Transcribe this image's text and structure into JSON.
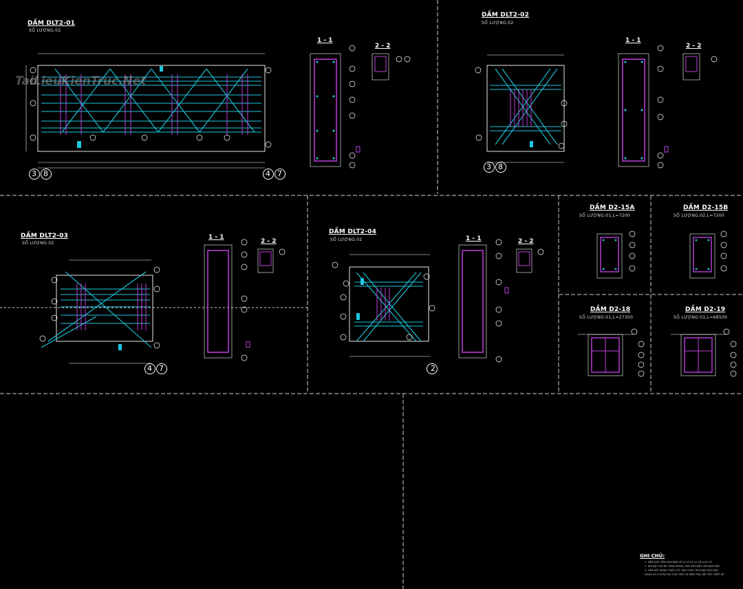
{
  "colors": {
    "background": "#000000",
    "frame": "#e8e8e8",
    "bar_cyan": "#1ec8e0",
    "stirrup_magenta": "#c040e0",
    "dim_white": "#ffffff",
    "sep_dash": "#cccccc"
  },
  "beams": [
    {
      "id": "dlt2-01",
      "title": "DẦM DLT2-01",
      "sub": "SỐ LƯỢNG:02",
      "grid_left": "3 8",
      "grid_right": "4 7"
    },
    {
      "id": "dlt2-02",
      "title": "DẦM DLT2-02",
      "sub": "SỐ LƯỢNG:02",
      "grid_left": "3 8"
    },
    {
      "id": "dlt2-03",
      "title": "DẦM DLT2-03",
      "sub": "SỐ LƯỢNG:02",
      "grid_right": "4 7"
    },
    {
      "id": "dlt2-04",
      "title": "DẦM DLT2-04",
      "sub": "SỐ LƯỢNG:02",
      "grid_right": "2"
    },
    {
      "id": "d2-15a",
      "title": "DẦM D2-15A",
      "sub": "SỐ LƯỢNG:01,L=7200"
    },
    {
      "id": "d2-15b",
      "title": "DẦM D2-15B",
      "sub": "SỐ LƯỢNG:02,L=7200"
    },
    {
      "id": "d2-18",
      "title": "DẦM D2-18",
      "sub": "SỐ LƯỢNG:01,L=27300"
    },
    {
      "id": "d2-19",
      "title": "DẦM D2-19",
      "sub": "SỐ LƯỢNG:01,L=68500"
    }
  ],
  "section_labels": {
    "s11": "1 - 1",
    "s22": "2 - 2"
  },
  "watermark": "TaiLieuKienTruc.Net",
  "notes": {
    "title": "GHI CHÚ:",
    "lines": [
      "1. DẦM ĐÚC SẴN XEM BẢN VẼ KC-LT-02-01_XE-2/02-02",
      "2. KHI ĐẶT VẢI BÊ TÔNG MÓNG, ĐẦU MỐI ĐẶT LÊN BAN MẶC",
      "3. LIÊN KẾT ĐÓNG THÉP CỐT TÂM THEO TRƯỜNG HỢP ĐẶC",
      "   DÙNG SỐ LƯỢNG ĐÁ CỦA THÉP VÀ KIỂM TRA LẮP TIẾT THIẾT KẾ"
    ]
  }
}
